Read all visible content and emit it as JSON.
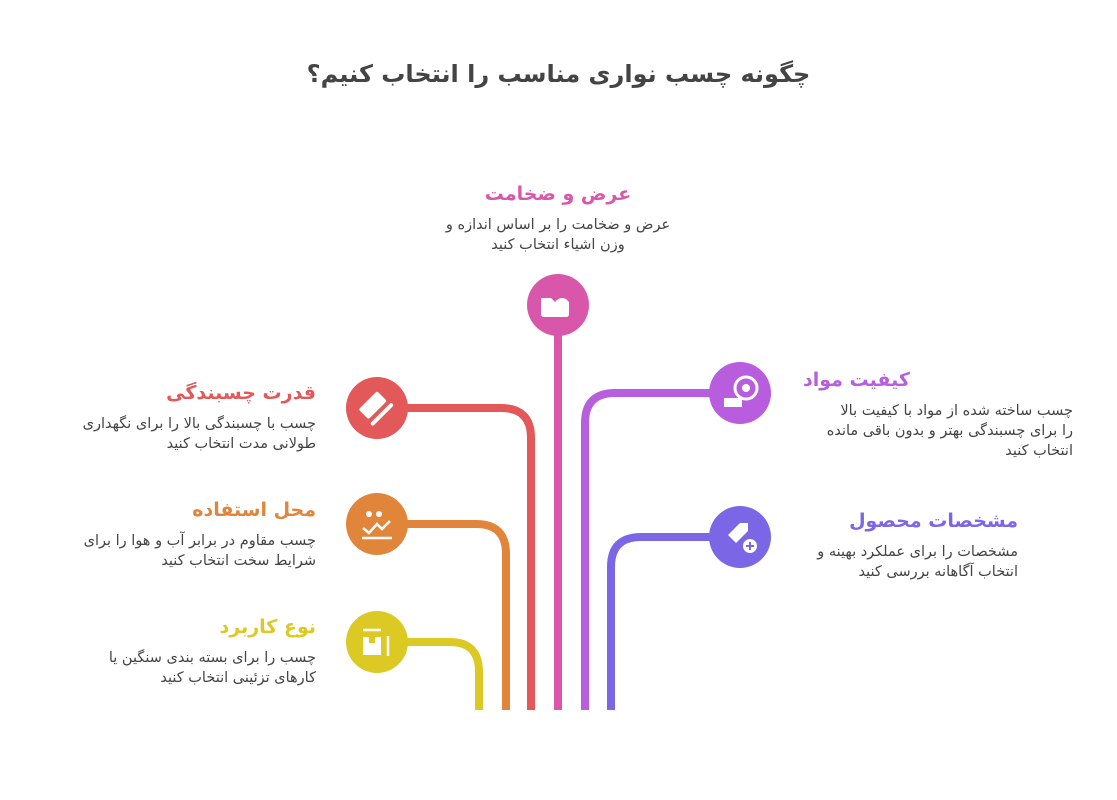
{
  "title": "چگونه چسب نواری مناسب را انتخاب کنیم؟",
  "colors": {
    "red": "#e35858",
    "orange": "#e0853a",
    "yellow": "#dcc923",
    "pink": "#d957aa",
    "purple": "#b95ddf",
    "violet": "#7b67e6"
  },
  "items": [
    {
      "key": "width",
      "heading": "عرض و ضخامت",
      "desc": [
        "عرض و ضخامت را بر اساس اندازه و",
        "وزن اشیاء انتخاب کنید"
      ],
      "icon": "tape-dispenser-icon"
    },
    {
      "key": "adhesion",
      "heading": "قدرت چسبندگی",
      "desc": [
        "چسب با چسبندگی بالا را برای نگهداری",
        "طولانی مدت انتخاب کنید"
      ],
      "icon": "tape-strip-icon"
    },
    {
      "key": "location",
      "heading": "محل استفاده",
      "desc": [
        "چسب مقاوم در برابر آب و هوا را برای",
        "شرایط سخت انتخاب کنید"
      ],
      "icon": "water-weather-icon"
    },
    {
      "key": "usage",
      "heading": "نوع کاربرد",
      "desc": [
        "چسب را برای بسته بندی سنگین یا",
        "کارهای تزئینی انتخاب کنید"
      ],
      "icon": "box-dimensions-icon"
    },
    {
      "key": "material",
      "heading": "کیفیت مواد",
      "desc": [
        "چسب ساخته شده از مواد با کیفیت بالا",
        "را برای چسبندگی بهتر و بدون باقی مانده",
        "انتخاب کنید"
      ],
      "icon": "tape-roll-icon"
    },
    {
      "key": "specs",
      "heading": "مشخصات محصول",
      "desc": [
        "مشخصات را برای عملکرد بهینه و",
        "انتخاب آگاهانه بررسی کنید"
      ],
      "icon": "tag-plus-icon"
    }
  ]
}
